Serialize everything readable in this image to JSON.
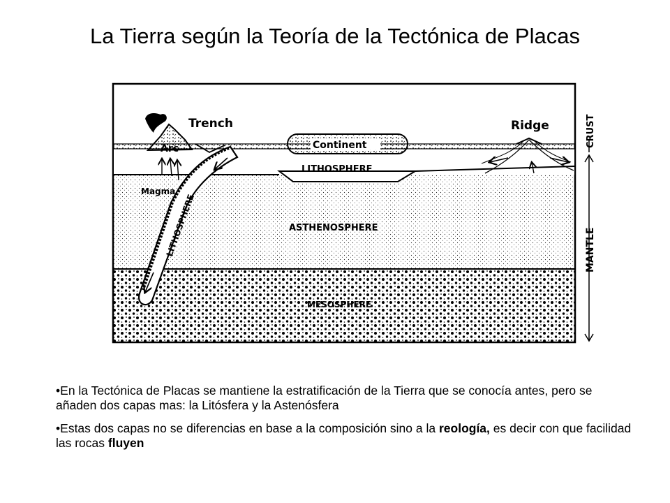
{
  "slide": {
    "title": "La Tierra según la Teoría de la Tectónica de Placas"
  },
  "diagram": {
    "labels": {
      "trench": "Trench",
      "ridge": "Ridge",
      "arc": "Arc",
      "continent": "Continent",
      "lithosphere_top": "LITHOSPHERE",
      "lithosphere_slab": "LITHOSPHERE",
      "magma": "Magma",
      "asthenosphere": "ASTHENOSPHERE",
      "mesosphere": "MESOSPHERE",
      "crust": "CRUST",
      "mantle": "MANTLE"
    }
  },
  "bullets": [
    {
      "marker": "•",
      "text": "En la Tectónica de Placas se mantiene la estratificación de la Tierra que se conocía antes, pero se añaden dos capas mas: la Litósfera y la Astenósfera"
    },
    {
      "marker": "•",
      "part1": "Estas dos capas no se diferencias en base a la composición sino a la ",
      "bold1": "reología,",
      "part2": " es decir con que facilidad las rocas ",
      "bold2": "fluyen"
    }
  ]
}
